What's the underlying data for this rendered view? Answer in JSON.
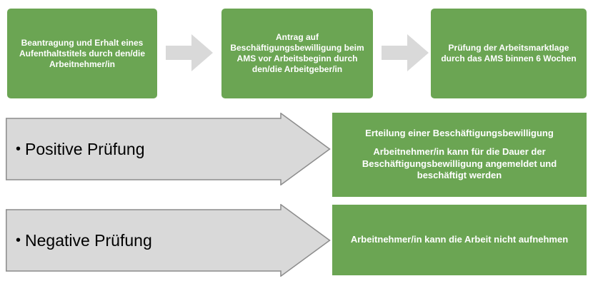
{
  "bullet": "•",
  "colors": {
    "box_green": "#6BA553",
    "arrow_fill": "#D9D9D9",
    "arrow_stroke": "#8C8C8C",
    "text_on_green": "#FFFFFF",
    "text_on_arrow": "#000000"
  },
  "steps": [
    {
      "label": "Beantragung und Erhalt eines Aufenthaltstitels durch den/die Arbeitnehmer/in"
    },
    {
      "label": "Antrag auf Beschäftigungsbewilligung beim AMS vor Arbeitsbeginn durch den/die Arbeitgeber/in"
    },
    {
      "label": "Prüfung der Arbeitsmarktlage durch das AMS binnen 6 Wochen"
    }
  ],
  "outcomes": [
    {
      "arrow_label": "Positive Prüfung",
      "result": {
        "line1": "Erteilung einer Beschäftigungsbewilligung",
        "line2": "Arbeitnehmer/in kann für die Dauer der Beschäftigungsbewilligung angemeldet und beschäftigt werden"
      }
    },
    {
      "arrow_label": "Negative Prüfung",
      "result": {
        "line1": "Arbeitnehmer/in kann die Arbeit nicht aufnehmen"
      }
    }
  ]
}
